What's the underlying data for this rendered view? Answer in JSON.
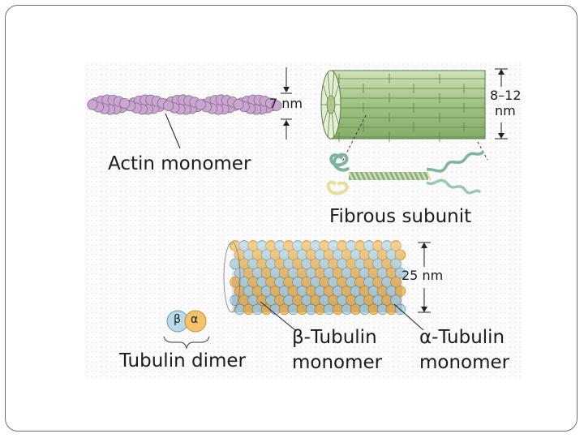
{
  "figure": {
    "actin": {
      "label": "Actin monomer",
      "dimension": "7 nm",
      "color": "#c9a6cf"
    },
    "intermediate": {
      "label": "Fibrous subunit",
      "dimension_top": "8–12",
      "dimension_bottom": "nm",
      "color": "#a9c98c"
    },
    "microtubule": {
      "dimension": "25 nm",
      "beta_label_line1": "β-Tubulin",
      "beta_label_line2": "monomer",
      "alpha_label_line1": "α-Tubulin",
      "alpha_label_line2": "monomer",
      "dimer_label": "Tubulin dimer",
      "dimer_beta": "β",
      "dimer_alpha": "α",
      "beta_color": "#b9dbe9",
      "alpha_color": "#f5c26b"
    }
  }
}
